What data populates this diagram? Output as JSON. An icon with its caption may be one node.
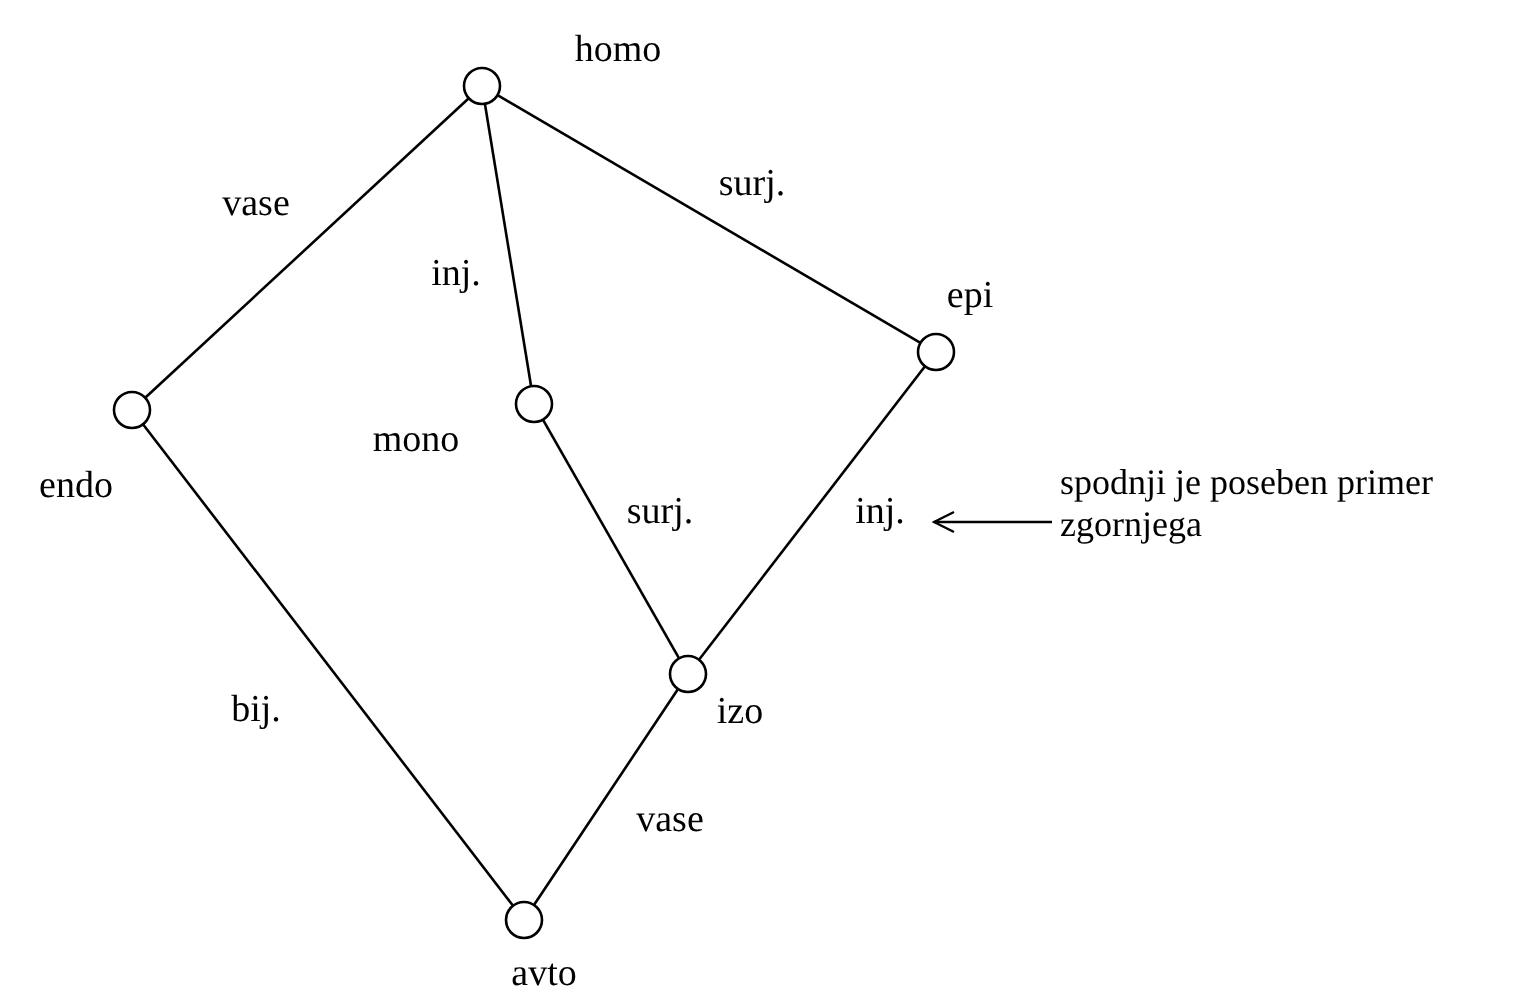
{
  "diagram": {
    "nodes": [
      {
        "text": [],
        "shape": "circle",
        "beside": [
          "homo"
        ]
      },
      {
        "text": [],
        "shape": "circle",
        "beside": [
          "endo"
        ]
      },
      {
        "text": [],
        "shape": "circle",
        "beside": [
          "mono"
        ]
      },
      {
        "text": [],
        "shape": "circle",
        "beside": [
          "epi"
        ]
      },
      {
        "text": [],
        "shape": "circle",
        "beside": [
          "izo"
        ]
      },
      {
        "text": [],
        "shape": "circle",
        "beside": [
          "avto"
        ]
      },
      {
        "text": [
          "spodnji je poseben primer zgornjega"
        ]
      }
    ],
    "edges": [
      {
        "from": 0,
        "to": 1,
        "arrow": "none",
        "label": "vase"
      },
      {
        "from": 0,
        "to": 2,
        "arrow": "none",
        "label": "inj."
      },
      {
        "from": 0,
        "to": 3,
        "arrow": "none",
        "label": "surj."
      },
      {
        "from": 1,
        "to": 5,
        "arrow": "none",
        "label": "bij."
      },
      {
        "from": 2,
        "to": 4,
        "arrow": "none",
        "label": "surj."
      },
      {
        "from": 3,
        "to": 4,
        "arrow": "none",
        "label": "inj."
      },
      {
        "from": 4,
        "to": 5,
        "arrow": "none",
        "label": "vase"
      },
      {
        "from": 6,
        "to": null,
        "arrow": "to"
      }
    ]
  }
}
